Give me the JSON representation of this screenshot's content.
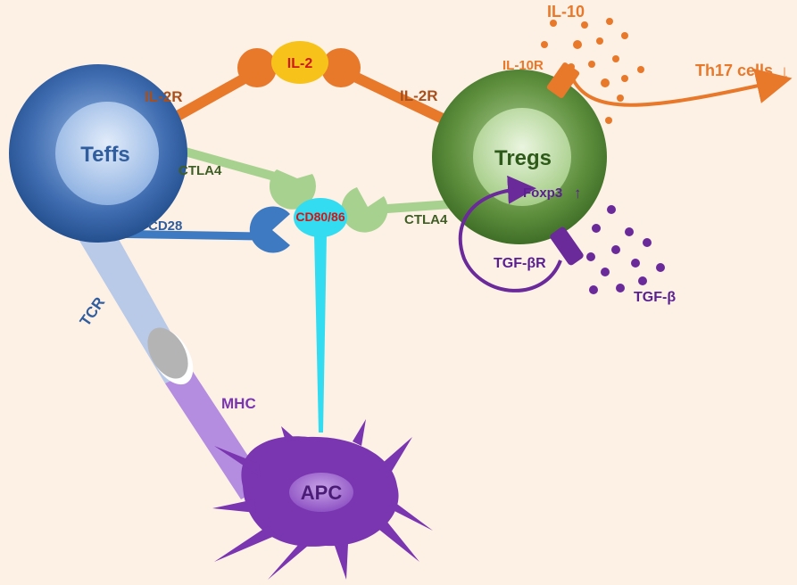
{
  "diagram": {
    "nodes": {
      "teffs": "Teffs",
      "tregs": "Tregs",
      "apc": "APC"
    },
    "labels": {
      "il2": "IL-2",
      "il2r_left": "IL-2R",
      "il2r_right": "IL-2R",
      "il10": "IL-10",
      "il10r": "IL-10R",
      "th17": "Th17 cells",
      "th17_arrow": "↓",
      "ctla4_left": "CTLA4",
      "ctla4_right": "CTLA4",
      "cd28": "CD28",
      "cd80_86": "CD80/86",
      "foxp3": "Foxp3",
      "foxp3_arrow": "↑",
      "tgfbr": "TGF-βR",
      "tgfb": "TGF-β",
      "tcr": "TCR",
      "mhc": "MHC"
    }
  },
  "colors": {
    "background": "#fdf1e6",
    "teffs_blue": "#2f5d9e",
    "tregs_green": "#4f7f30",
    "apc_purple": "#7a35b0",
    "il_orange": "#e8782a",
    "il2_yellow": "#f7c31b",
    "ctla4_green": "#a7d18f",
    "cd28_blue": "#3d7ac2",
    "cd80_cyan": "#33dcf0",
    "tgfb_purple": "#6a2a9a",
    "tcr_lightblue": "#b9c9e8",
    "mhc_lavender": "#b48ce0",
    "text_brown": "#a8501d",
    "text_darkgreen": "#3f5e25",
    "text_red": "#d01616"
  }
}
